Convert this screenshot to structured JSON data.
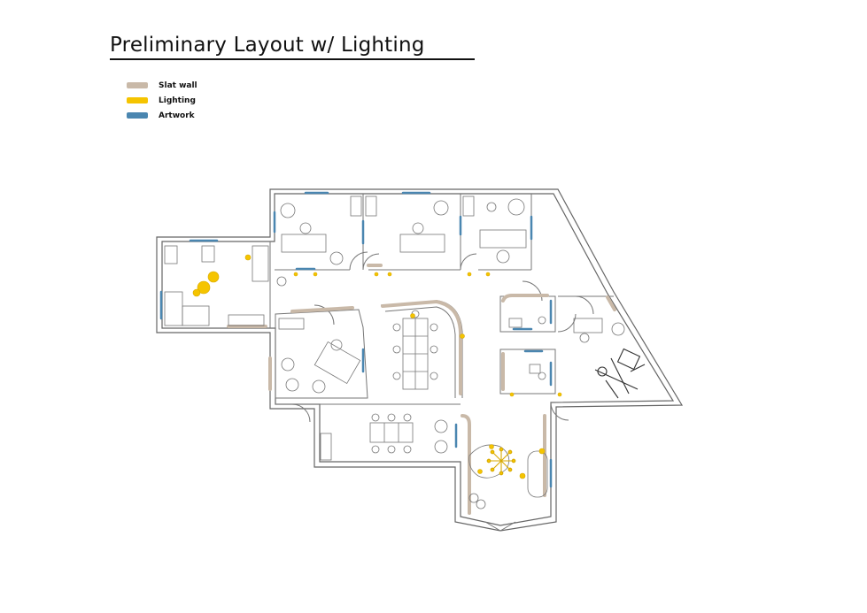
{
  "title": "Preliminary Layout w/ Lighting",
  "legend": [
    {
      "label": "Slat wall",
      "color": "#c9b9a8"
    },
    {
      "label": "Lighting",
      "color": "#f5c400"
    },
    {
      "label": "Artwork",
      "color": "#4a86b0"
    }
  ],
  "colors": {
    "wall": "#666666",
    "slat": "#c9b9a8",
    "lighting": "#f5c400",
    "artwork": "#4a86b0",
    "furniture": "#777777"
  }
}
